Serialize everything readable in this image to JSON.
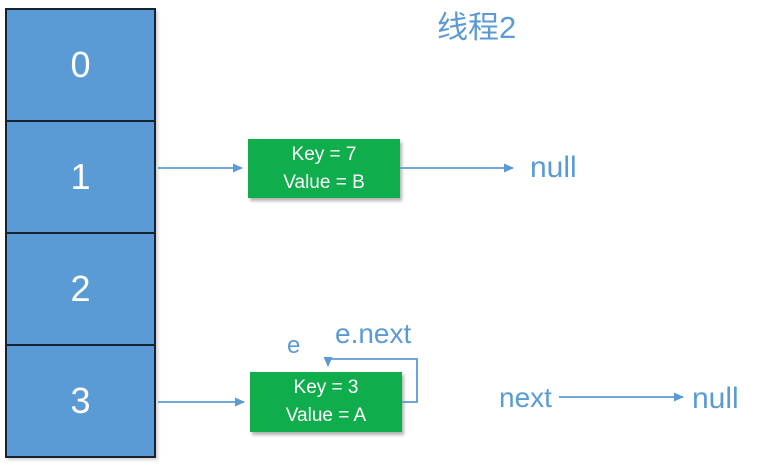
{
  "title": "线程2",
  "array": {
    "cells": [
      "0",
      "1",
      "2",
      "3"
    ]
  },
  "nodes": {
    "bucket1": {
      "key": "Key = 7",
      "value": "Value = B"
    },
    "bucket3": {
      "key": "Key = 3",
      "value": "Value = A"
    }
  },
  "labels": {
    "null_top": "null",
    "e": "e",
    "e_next": "e.next",
    "next": "next",
    "null_bottom": "null"
  },
  "colors": {
    "accent_blue": "#5B9BD5",
    "node_green": "#10AD4D",
    "cell_border": "#16222e",
    "node_text": "#FFFFFF",
    "background": "#FFFFFF"
  }
}
